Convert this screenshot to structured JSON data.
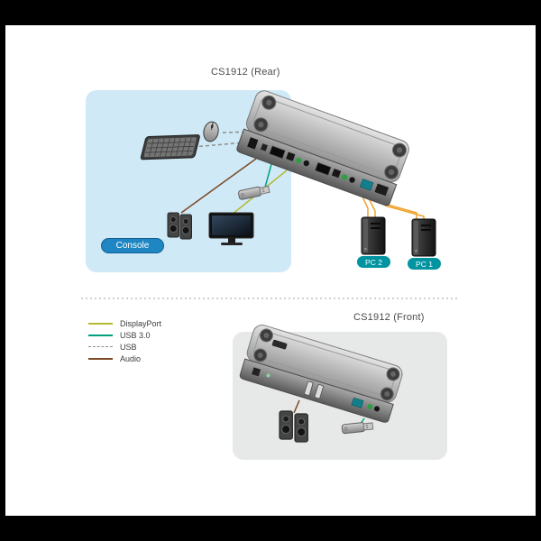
{
  "diagram": {
    "rear_section": {
      "title": "CS1912 (Rear)",
      "console_label": "Console",
      "pc2_label": "PC 2",
      "pc1_label": "PC 1"
    },
    "front_section": {
      "title": "CS1912 (Front)"
    },
    "legend": {
      "items": [
        {
          "label": "DisplayPort",
          "color": "#b5ba35",
          "line_style": "solid"
        },
        {
          "label": "USB 3.0",
          "color": "#00a07e",
          "line_style": "solid"
        },
        {
          "label": "USB",
          "color": "#8e8e8e",
          "line_style": "dashed"
        },
        {
          "label": "Audio",
          "color": "#7c4a26",
          "line_style": "solid"
        }
      ]
    },
    "icons": [
      "keyboard-icon",
      "mouse-icon",
      "speakers-icon",
      "monitor-icon",
      "usb-flash-drive-icon",
      "kvm-switch-rear-icon",
      "kvm-switch-front-icon",
      "pc-tower-icon"
    ],
    "colors": {
      "displayport_line": "#b5ba35",
      "usb3_line": "#00a07e",
      "usb_line": "#8e8e8e",
      "audio_line": "#7c4a26",
      "pc_cable": "#f0a22e",
      "console_badge_bg": "#1e86c2",
      "console_badge_border": "#11608f",
      "pc_badge_bg": "#0093a0",
      "console_panel_bg": "#cfe9f6",
      "front_panel_bg": "#e7e8e8",
      "frame_bg": "#000000",
      "canvas_bg": "#ffffff",
      "separator": "#b5b5b5"
    }
  }
}
